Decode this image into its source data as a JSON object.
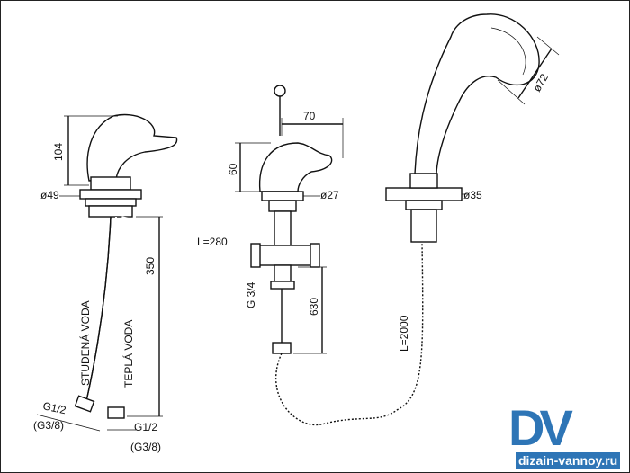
{
  "dimensions": {
    "left_height": "104",
    "left_base_diameter": "ø49",
    "hose_length_vertical": "350",
    "hose_length_main": "L=280",
    "thread_connector": "G 3/4",
    "middle_height_drop": "630",
    "middle_reach": "70",
    "middle_height": "60",
    "middle_diameter": "ø27",
    "shower_holder_diameter": "ø35",
    "shower_hose_length": "L=2000",
    "shower_head_diameter": "ø72"
  },
  "hoses": {
    "cold": "STUDENÁ VODA",
    "hot": "TEPLÁ VODA",
    "thread_left": "G1/2",
    "thread_left_alt": "(G3/8)",
    "thread_right": "G1/2",
    "thread_right_alt": "(G3/8)"
  },
  "watermark": {
    "letters": "DV",
    "url": "dizain-vannoy.ru",
    "color": "#2e75b6"
  }
}
